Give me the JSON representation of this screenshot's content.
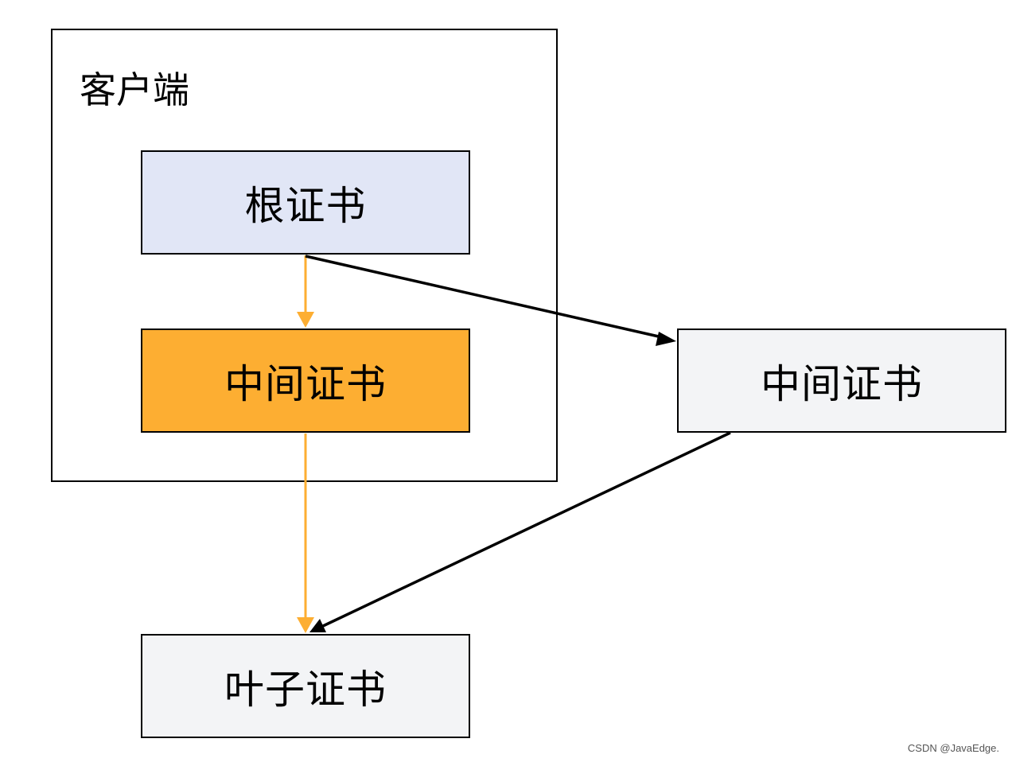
{
  "client": {
    "label": "客户端"
  },
  "certs": {
    "root": "根证书",
    "intermediate_client": "中间证书",
    "intermediate_external": "中间证书",
    "leaf": "叶子证书"
  },
  "colors": {
    "root_fill": "#e1e6f6",
    "intermediate_client_fill": "#fdae32",
    "external_fill": "#f3f4f6",
    "orange_arrow": "#fdae32",
    "black_arrow": "#000000"
  },
  "watermark": "CSDN @JavaEdge."
}
